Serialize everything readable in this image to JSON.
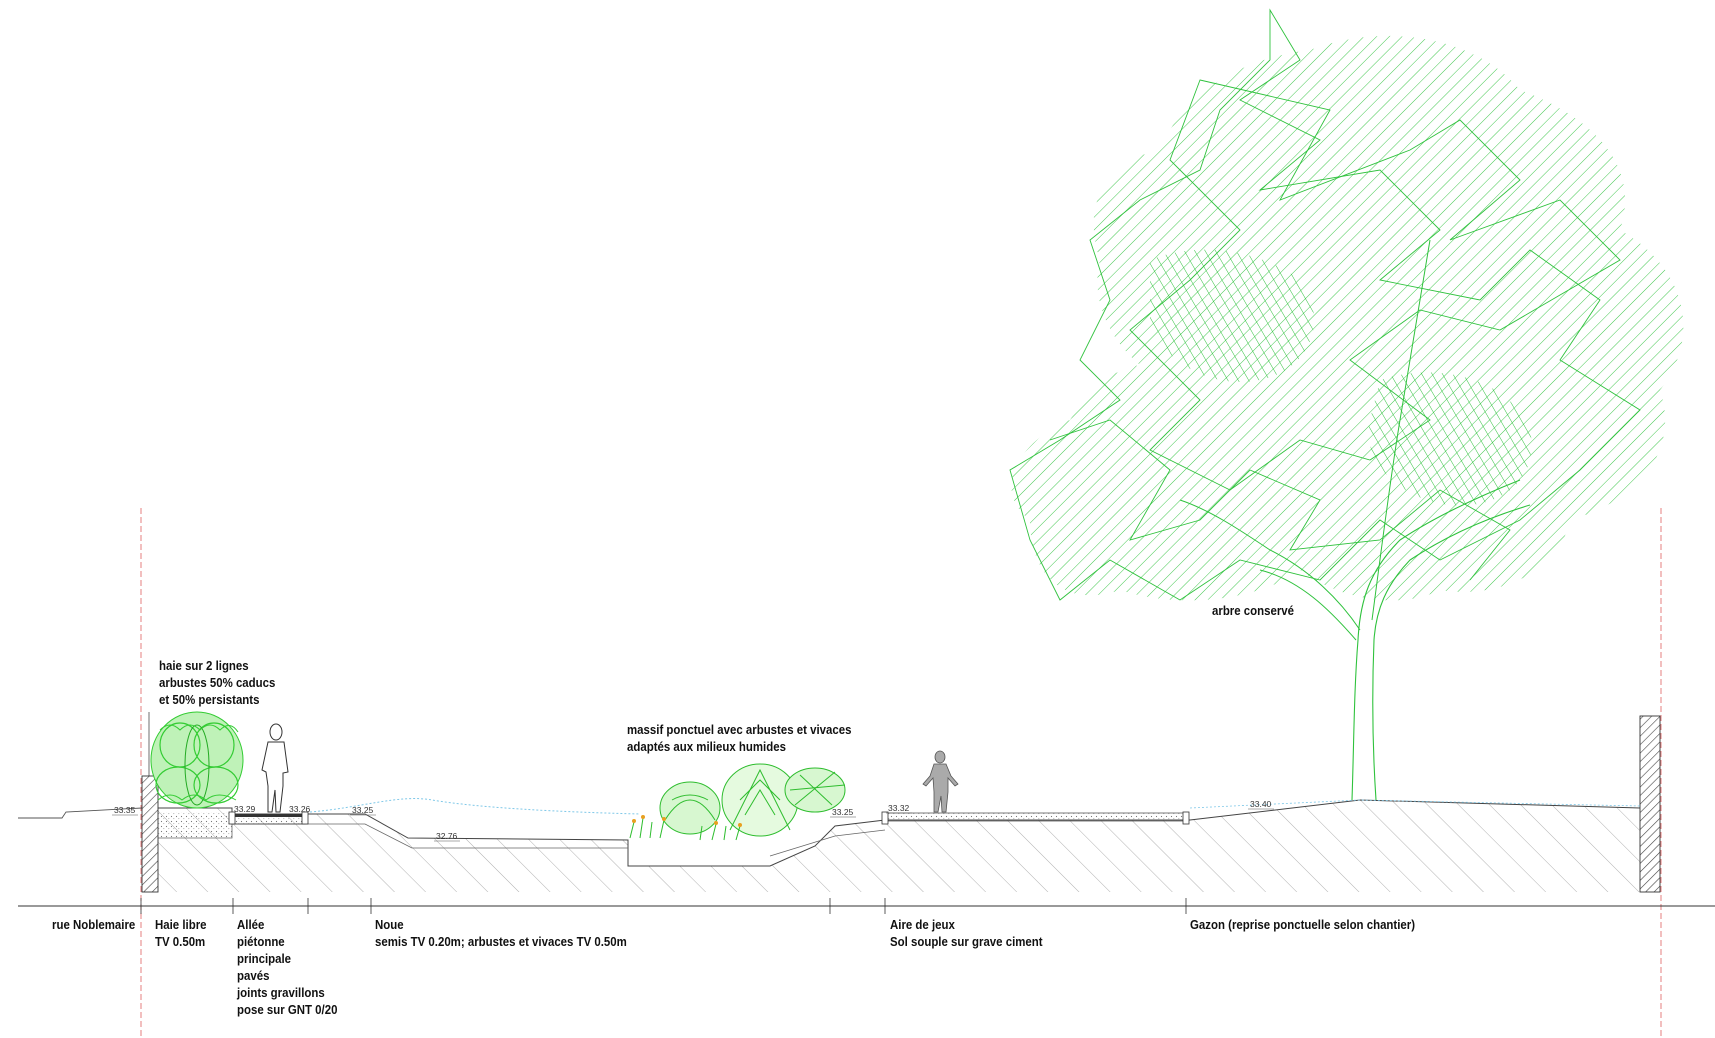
{
  "section_labels": {
    "rue": "rue Noblemaire",
    "haie": "Haie libre\nTV 0.50m",
    "allee": "Allée\npiétonne\nprincipale\npavés\njoints gravillons\npose sur GNT 0/20",
    "noue": "Noue\nsemis TV 0.20m; arbustes et vivaces TV 0.50m",
    "aire": "Aire de jeux\nSol souple sur grave ciment",
    "gazon": "Gazon (reprise ponctuelle selon chantier)"
  },
  "annotations": {
    "hedge": "haie sur 2 lignes\narbustes 50% caducs\net 50% persistants",
    "massif": "massif ponctuel  avec arbustes et vivaces\nadaptés aux milieux humides",
    "tree": "arbre conservé"
  },
  "elevations": {
    "e1": "33.35",
    "e2": "33.29",
    "e3": "33.26",
    "e4": "33.25",
    "e5": "32.76",
    "e6": "33.25",
    "e7": "33.32",
    "e8": "33.40"
  },
  "colors": {
    "line": "#333333",
    "hatch": "#9a9a9a",
    "foliage": "#2ecc40",
    "limit": "#e06060",
    "water": "#7fc8e8"
  }
}
